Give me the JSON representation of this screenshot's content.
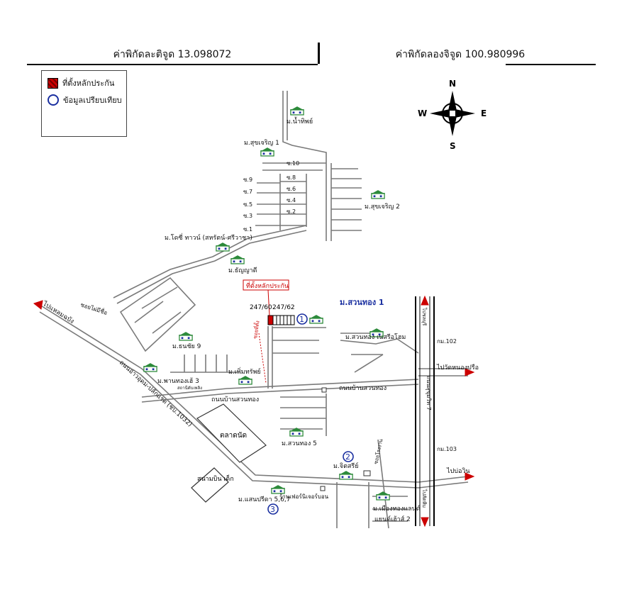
{
  "header": {
    "latitude_label": "ค่าพิกัดละติจูด 13.098072",
    "longitude_label": "ค่าพิกัดลองจิจูด 100.980996"
  },
  "legend": {
    "site_label": "ที่ตั้งหลักประกัน",
    "comparison_label": "ข้อมูลเปรียบเทียบ"
  },
  "compass": {
    "n": "N",
    "s": "S",
    "e": "E",
    "w": "W"
  },
  "map": {
    "villages": {
      "v_namthip": "ม.น้ำทิพย์",
      "v_sukcharoen1": "ม.สุขเจริญ 1",
      "v_sukcharoen2": "ม.สุขเจริญ 2",
      "v_dolphin": "ม.โดซี่ ทาวน์ (สหรัตน์-ศรีวาชา)",
      "v_thanyadee": "ม.ธัญญาดี",
      "v_suanthong1": "ม.สวนทอง 1",
      "v_suanthong_nesri": "ม.สวนทอง เนสรีอโฮม",
      "v_thanachai9": "ม.ธนชัย 9",
      "v_phiumsap": "ม.เพิ่มทรัพย์",
      "v_phantong3": "ม.พานทองเฮ้ 3",
      "v_suanthong5": "ม.สวนทอง 5",
      "v_chittarin": "ม.จิตสรีย์",
      "v_saenprika": "ม.แสนปรีดา 5,6,7",
      "v_muangtong": "ม.เมืองทองแลนด์",
      "v_muangtong_sub": "แยนด์เฮ้าส์ 2"
    },
    "sois": {
      "s10": "ซ.10",
      "s9": "ซ.9",
      "s8": "ซ.8",
      "s7": "ซ.7",
      "s6": "ซ.6",
      "s5": "ซ.5",
      "s4": "ซ.4",
      "s3": "ซ.3",
      "s2": "ซ.2",
      "s1": "ซ.1"
    },
    "roads": {
      "road_ban_suanthong_w": "ถนนบ้านสวนทอง",
      "road_ban_suanthong_e": "ถนนบ้านสวนทอง",
      "road_ao_udom": "ถนนอ่าวอุดม-ปลักแรด (ชบ.1032)",
      "road_sukhumvit": "ถนนสุขุมวิท 7",
      "soi_thanachai": "ซอยไผ่มีชื่อ",
      "soi_site": "ซอยที่ตั้ง",
      "soi_right": "ซอยโรงงาน"
    },
    "directions": {
      "to_laem_chabang": "ไปแหลมฉบัง",
      "to_wat_nong_pru": "ไปวัดหนองปรือ",
      "to_bo_win": "ไปบ่อวิน",
      "to_chonburi": "ไปชลบุรี",
      "to_sattahip": "ไปสัตหีบ"
    },
    "site": {
      "callout": "ที่ตั้งหลักประกัน",
      "plot_a": "247/60",
      "plot_b": "247/62"
    },
    "landmarks": {
      "market": "ตลาดนัด",
      "playground": "สนามบิน เด็ก",
      "km102": "กม.102",
      "km103": "กม.103",
      "shop": "ร้านเฟอร์นิเจอร์บอน",
      "school": "สถานีดับเพลิง"
    },
    "markers": {
      "m1": "1",
      "m2": "2",
      "m3": "3"
    },
    "colors": {
      "site_red": "#cc0000",
      "marker_blue": "#1a2fa0",
      "icon_green": "#2c8a3a",
      "road": "#7a7a7a"
    }
  }
}
